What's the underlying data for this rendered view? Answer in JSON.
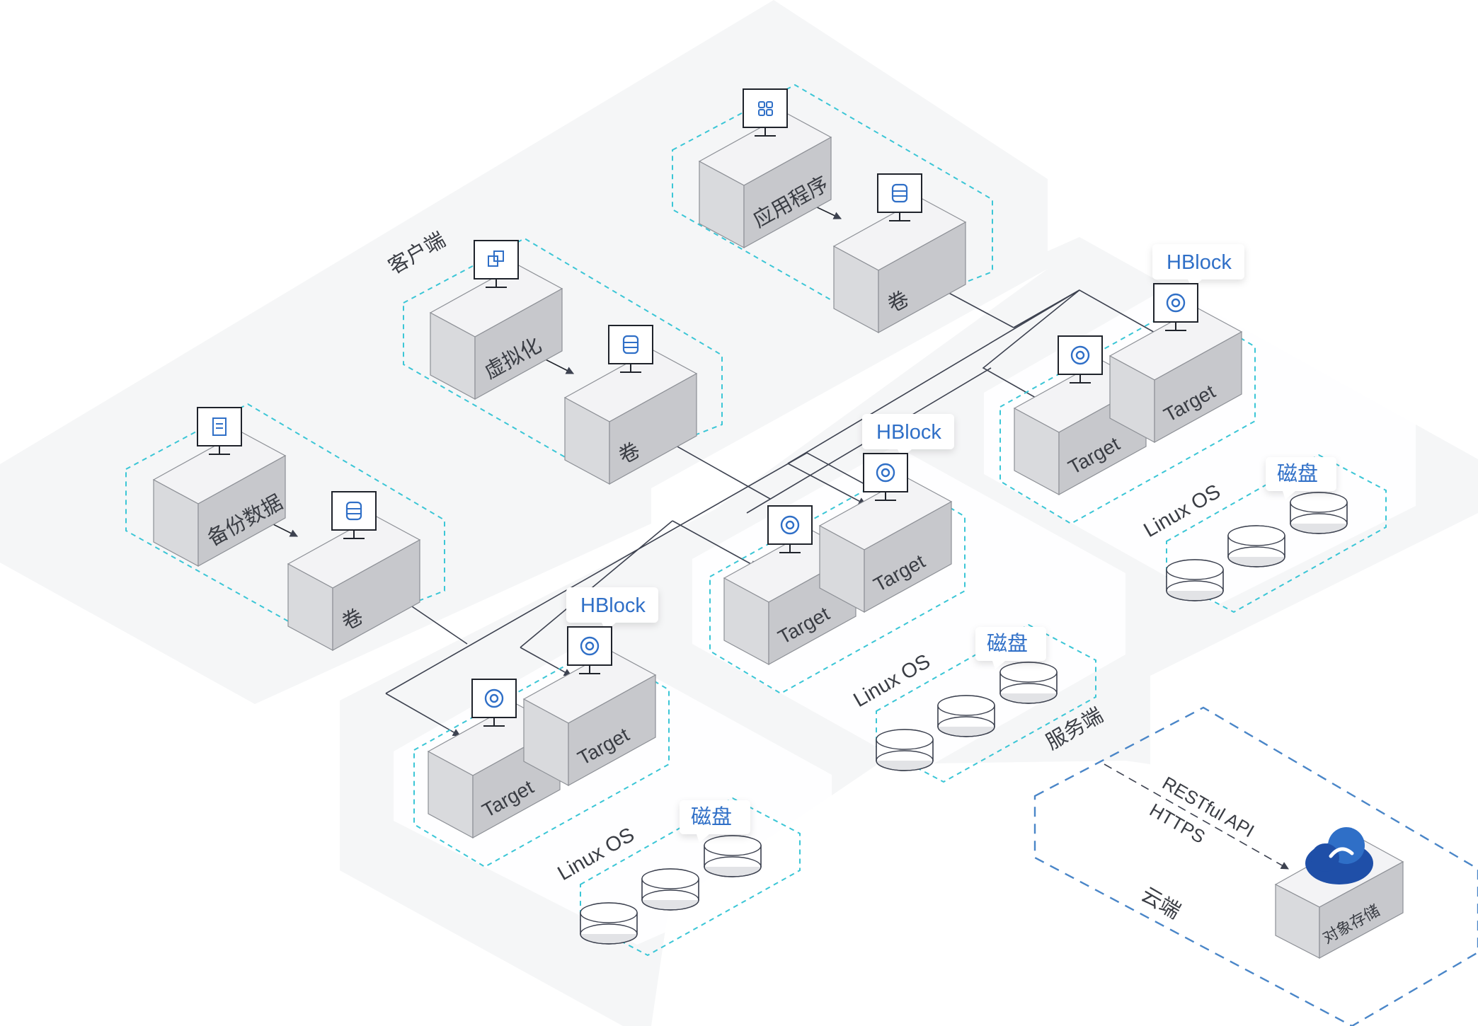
{
  "labels": {
    "client_zone": "客户端",
    "server_zone": "服务端",
    "cloud_zone": "云端"
  },
  "clients": {
    "app": "应用程序",
    "virtualization": "虚拟化",
    "backup": "备份数据",
    "volume": "卷"
  },
  "hblock": {
    "label": "HBlock",
    "target": "Target",
    "os": "Linux OS",
    "disk": "磁盘"
  },
  "cloud": {
    "api": "RESTful API",
    "protocol": "HTTPS",
    "object_storage": "对象存储"
  },
  "colors": {
    "zone": "#f5f6f7",
    "box_top": "#f3f3f5",
    "box_left": "#d9dadd",
    "box_right": "#c7c8cc",
    "box_stroke": "#8d9096",
    "dash_cyan": "#3bc6d6",
    "dash_blue": "#4a86c8",
    "accent_blue": "#2f6fc7",
    "line": "#3d4250"
  }
}
